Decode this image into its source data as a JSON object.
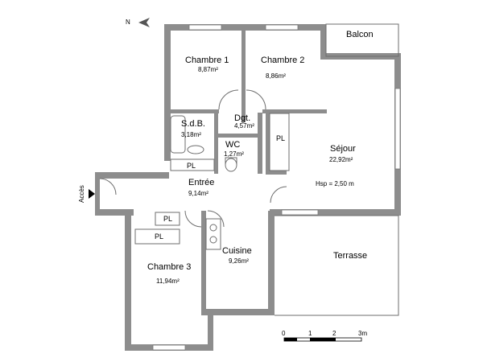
{
  "rooms": {
    "chambre1": {
      "name": "Chambre 1",
      "area": "8,87m²"
    },
    "chambre2": {
      "name": "Chambre 2",
      "area": "8,86m²"
    },
    "balcon": {
      "name": "Balcon"
    },
    "sdb": {
      "name": "S.d.B.",
      "area": "3,18m²"
    },
    "dgt": {
      "name": "Dgt.",
      "area": "4,57m²"
    },
    "wc": {
      "name": "WC",
      "area": "1,27m²"
    },
    "sejour": {
      "name": "Séjour",
      "area": "22,92m²",
      "hsp": "Hsp = 2,50 m"
    },
    "entree": {
      "name": "Entrée",
      "area": "9,14m²"
    },
    "cuisine": {
      "name": "Cuisine",
      "area": "9,26m²"
    },
    "chambre3": {
      "name": "Chambre 3",
      "area": "11,94m²"
    },
    "terrasse": {
      "name": "Terrasse"
    }
  },
  "placards": [
    "PL",
    "PL",
    "PL",
    "PL"
  ],
  "acces": "Accès",
  "north": "N",
  "scale": {
    "ticks": [
      "0",
      "1",
      "2",
      "3m"
    ]
  }
}
